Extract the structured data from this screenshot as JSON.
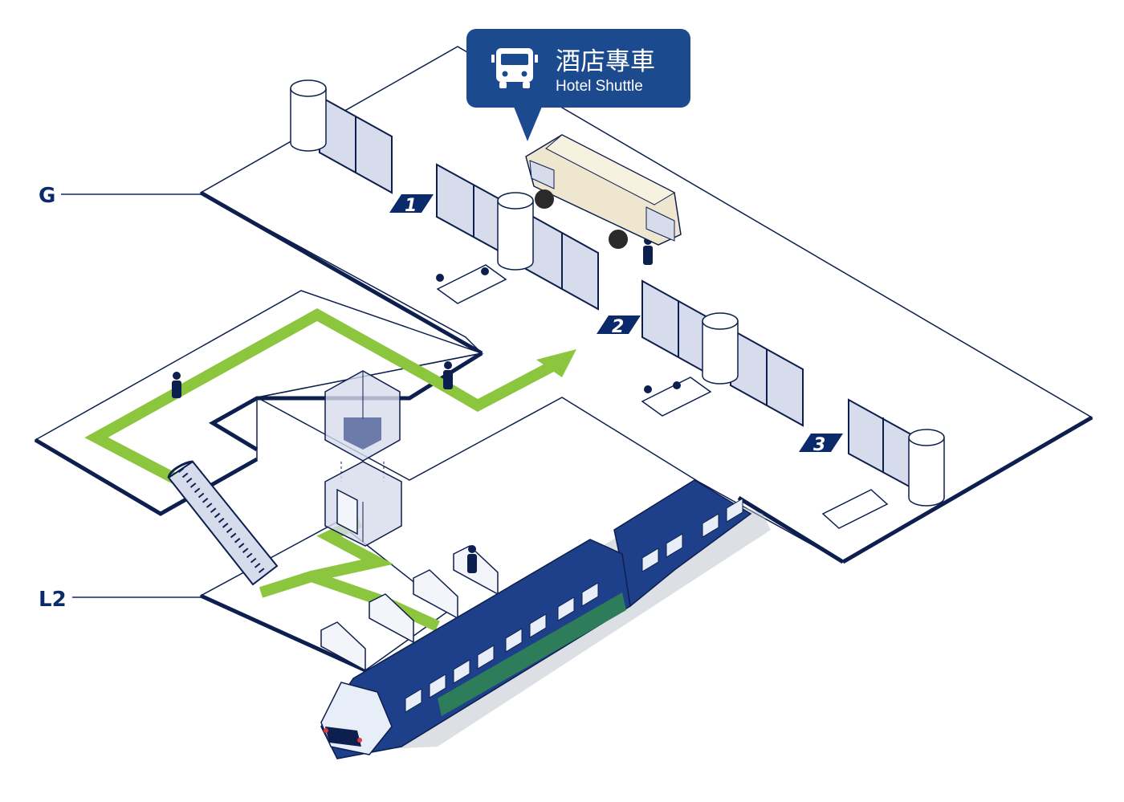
{
  "colors": {
    "navy": "#0b2a6b",
    "dark_line": "#0d1f4e",
    "route_green": "#8cc63f",
    "callout_bg": "#1b4a8f",
    "glass": "#d7dcec",
    "bus_body": "#efe6cf",
    "train_blue": "#1e3f8a",
    "train_window": "#e8eef8"
  },
  "levels": {
    "ground": "G",
    "station": "L2"
  },
  "callout": {
    "title_zh": "酒店專車",
    "title_en": "Hotel Shuttle",
    "icon": "bus-icon"
  },
  "bays": [
    {
      "number": "1"
    },
    {
      "number": "2"
    },
    {
      "number": "3"
    }
  ]
}
